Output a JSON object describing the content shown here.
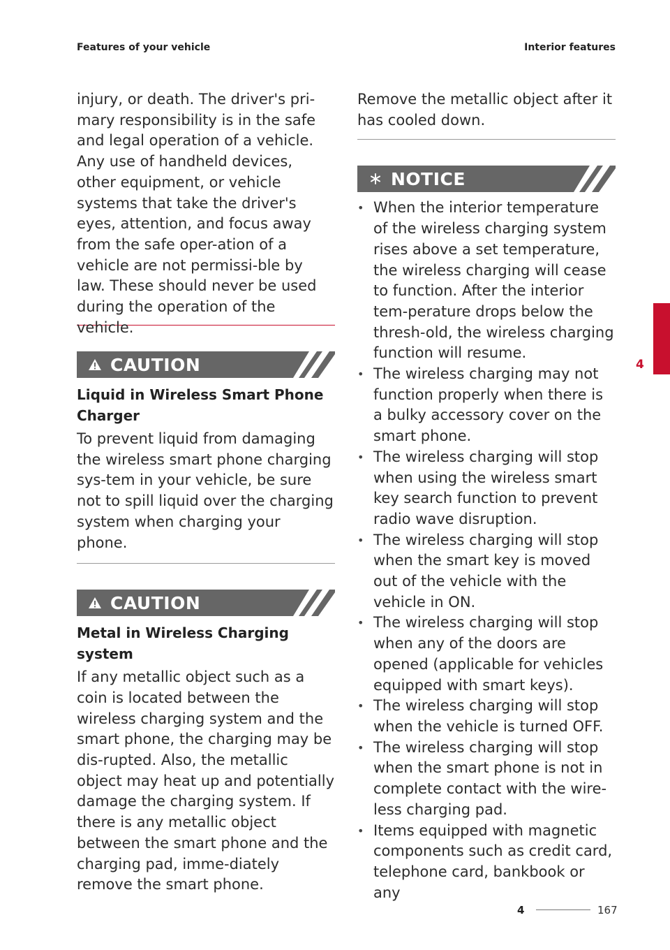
{
  "header": {
    "left": "Features of your vehicle",
    "right": "Interior features"
  },
  "left_column": {
    "intro_text": "injury, or death. The driver's pri-mary responsibility is in the safe and legal operation of a vehicle. Any use of handheld devices, other equipment, or vehicle systems that take the driver's eyes, attention, and focus away from the safe oper-ation of a vehicle are not  permissi-ble by law. These should never be used during the operation of the vehicle.",
    "caution1": {
      "label": "CAUTION",
      "icon": "warning-triangle-icon",
      "heading": "Liquid in Wireless Smart Phone Charger",
      "body": "To prevent liquid from damaging the wireless smart phone charging sys-tem in your vehicle, be sure not to spill liquid over the charging system when charging your phone."
    },
    "caution2": {
      "label": "CAUTION",
      "icon": "warning-triangle-icon",
      "heading": "Metal in Wireless Charging system",
      "body": "If any metallic object such as a coin is located between the wireless charging system and the smart phone, the charging may be dis-rupted. Also, the metallic object may heat up and potentially damage the charging system. If there is any metallic object between the smart phone and the charging pad, imme-diately remove the smart phone."
    }
  },
  "right_column": {
    "continued_text": "Remove the metallic object after it has cooled down.",
    "notice": {
      "label": "NOTICE",
      "icon": "asterisk-icon",
      "bullets": [
        "When the interior temperature of the wireless charging system rises above a set temperature, the wireless charging will cease to function. After the interior tem-perature drops below the thresh-old, the wireless charging function will resume.",
        "The wireless charging may not function properly when there is a bulky accessory cover on the smart phone.",
        "The wireless charging will stop when using the wireless smart key search function to prevent radio wave disruption.",
        "The wireless charging will stop when the smart key is moved out of the vehicle with the vehicle in ON.",
        "The wireless charging will stop when any of the doors are opened (applicable for vehicles equipped with smart keys).",
        "The wireless charging will stop when the vehicle is turned OFF.",
        "The wireless charging will stop when the smart phone is not in complete contact with the wire-less charging pad.",
        "Items equipped with magnetic components such as credit card, telephone card, bankbook or any"
      ]
    }
  },
  "side_tab": {
    "chapter": "4"
  },
  "footer": {
    "chapter": "4",
    "page": "167"
  },
  "colors": {
    "accent_red": "#c8102e",
    "banner_gray": "#666666"
  }
}
